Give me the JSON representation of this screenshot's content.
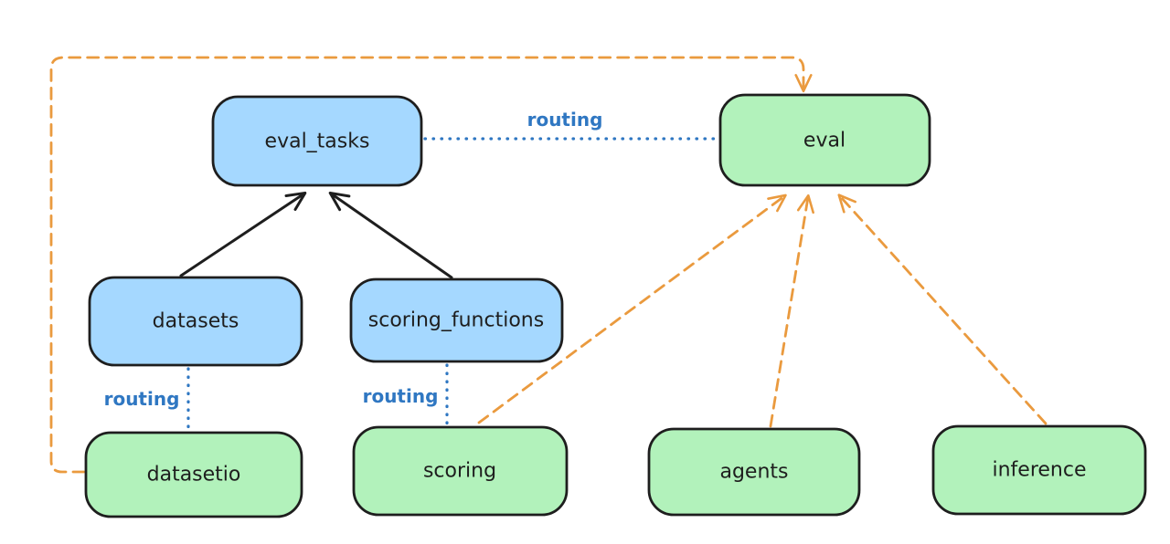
{
  "diagram": {
    "nodes": {
      "eval_tasks": {
        "label": "eval_tasks",
        "fill": "blue"
      },
      "eval": {
        "label": "eval",
        "fill": "green"
      },
      "datasets": {
        "label": "datasets",
        "fill": "blue"
      },
      "scoring_functions": {
        "label": "scoring_functions",
        "fill": "blue"
      },
      "datasetio": {
        "label": "datasetio",
        "fill": "green"
      },
      "scoring": {
        "label": "scoring",
        "fill": "green"
      },
      "agents": {
        "label": "agents",
        "fill": "green"
      },
      "inference": {
        "label": "inference",
        "fill": "green"
      }
    },
    "edge_labels": {
      "routing_top": "routing",
      "routing_datasets": "routing",
      "routing_scoring": "routing"
    },
    "edges": [
      {
        "from": "datasets",
        "to": "eval_tasks",
        "style": "solid-black-arrow"
      },
      {
        "from": "scoring_functions",
        "to": "eval_tasks",
        "style": "solid-black-arrow"
      },
      {
        "from": "eval_tasks",
        "to": "eval",
        "style": "dotted-blue",
        "label": "routing"
      },
      {
        "from": "datasets",
        "to": "datasetio",
        "style": "dotted-blue",
        "label": "routing"
      },
      {
        "from": "scoring_functions",
        "to": "scoring",
        "style": "dotted-blue",
        "label": "routing"
      },
      {
        "from": "datasetio",
        "to": "eval",
        "style": "dashed-orange-arrow"
      },
      {
        "from": "scoring",
        "to": "eval",
        "style": "dashed-orange-arrow"
      },
      {
        "from": "agents",
        "to": "eval",
        "style": "dashed-orange-arrow"
      },
      {
        "from": "inference",
        "to": "eval",
        "style": "dashed-orange-arrow"
      }
    ],
    "colors": {
      "stroke_color": "#1e1e1e",
      "routing_blue": "#2f77c2",
      "provider_orange": "#ea9a3e",
      "registry_fill": "#a5d8ff",
      "api_fill": "#b2f2bb",
      "background": "#ffffff"
    }
  }
}
